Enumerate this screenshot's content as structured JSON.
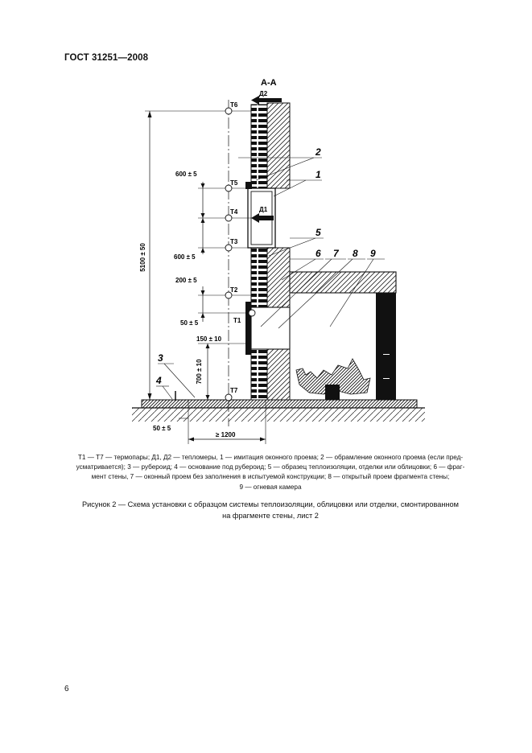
{
  "header": {
    "title": "ГОСТ 31251—2008"
  },
  "drawing": {
    "section_label": "А-А",
    "labels": {
      "t1": "Т1",
      "t2": "Т2",
      "t3": "Т3",
      "t4": "Т4",
      "t5": "Т5",
      "t6": "Т6",
      "t7": "Т7",
      "d1": "Д1",
      "d2": "Д2"
    },
    "dimensions": {
      "height_total": "5100 ± 50",
      "d600_top": "600 ± 5",
      "d600_bottom": "600 ± 5",
      "d200": "200 ± 5",
      "d50_side": "50 ± 5",
      "d150": "150 ± 10",
      "d700": "700 ± 10",
      "d50_bottom": "50 ± 5",
      "d1200": "≥ 1200"
    },
    "callouts": {
      "c1": "1",
      "c2": "2",
      "c3": "3",
      "c4": "4",
      "c5": "5",
      "c6": "6",
      "c7": "7",
      "c8": "8",
      "c9": "9"
    }
  },
  "legend": {
    "line1": "Т1 — Т7 — термопары; Д1, Д2 — тепломеры, 1 — имитация оконного проема; 2 — обрамление оконного проема (если пред-",
    "line2": "усматривается); 3 — рубероид; 4 — основание под рубероид; 5 — образец теплоизоляции, отделки или облицовки; 6 — фраг-",
    "line3": "мент стены, 7 — оконный проем без заполнения в испытуемой конструкции; 8 — открытый проем фрагмента стены;",
    "line4": "9 — огневая камера"
  },
  "caption": {
    "line1": "Рисунок 2 — Схема установки с образцом системы теплоизоляции, облицовки или отделки, смонтированном",
    "line2": "на фрагменте стены, лист 2"
  },
  "footer": {
    "page_number": "6"
  }
}
